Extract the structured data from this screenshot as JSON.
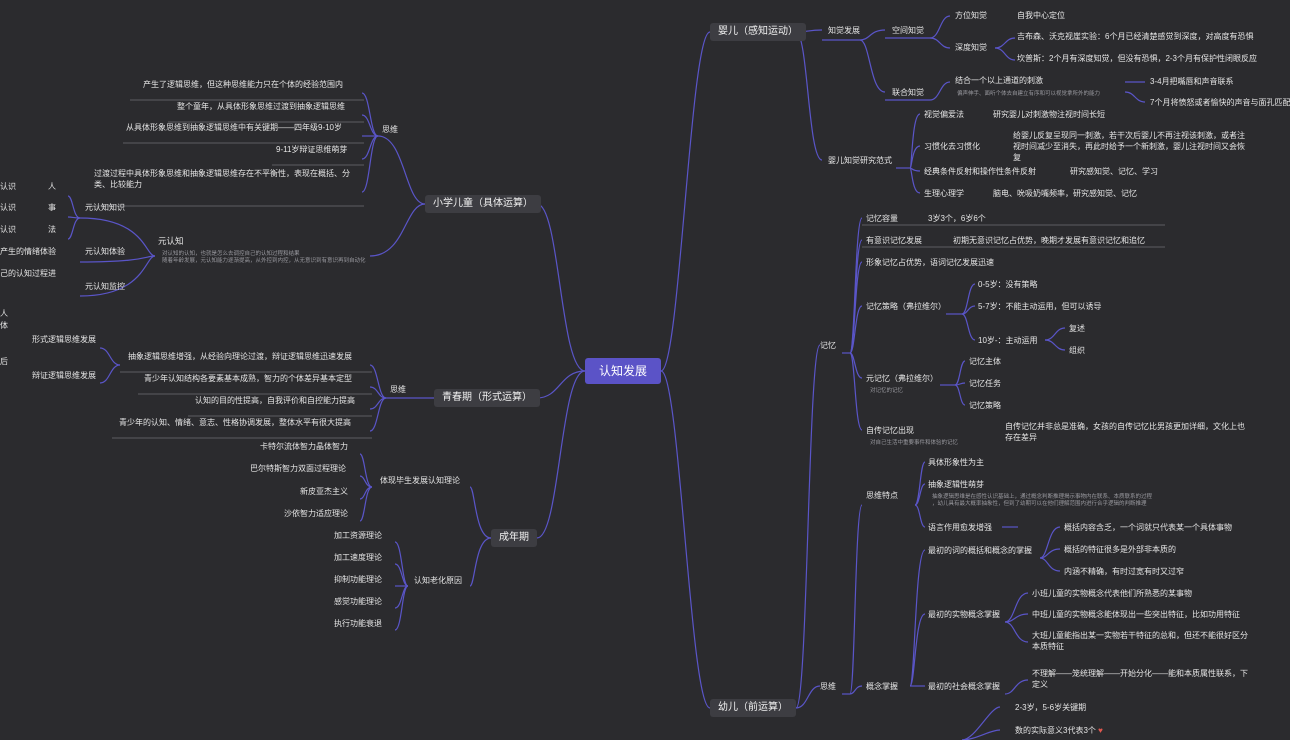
{
  "root": "认知发展",
  "colors": {
    "background": "#2b2b2e",
    "root": "#5b53c7",
    "line": "#5a55c8",
    "branch": "#3d3d42"
  },
  "branches": {
    "infant": {
      "title": "婴儿（感知运动）",
      "perception": "知觉发展",
      "space": "空间知觉",
      "orientation": "方位知觉",
      "self_center": "自我中心定位",
      "depth": "深度知觉",
      "depth_a": "吉布森、沃克视崖实验：6个月已经清楚感觉到深度，对高度有恐惧",
      "depth_b": "坎普斯：2个月有深度知觉，但没有恐惧，2-3个月有保护性闭眼反应",
      "joint": "联合知觉",
      "joint_desc": "结合一个以上通道的刺激",
      "joint_note": "偏声伸手、面听个体去自建立有序和可以视觉拿所外的能力",
      "joint_a": "3-4月把嘴唇和声音联系",
      "joint_b": "7个月将愤怒或者愉快的声音与面孔匹配",
      "paradigm": "婴儿知觉研究范式",
      "visual_pref": "视觉偏爱法",
      "visual_pref_desc": "研究婴儿对刺激物注视时间长短",
      "habituation": "习惯化去习惯化",
      "habituation_desc": "给婴儿反复呈现同一刺激，若干次后婴儿不再注视该刺激，或者注视时间减少至消失，再此时给予一个新刺激，婴儿注视时间又会恢复",
      "conditioning": "经典条件反射和操作性条件反射",
      "conditioning_desc": "研究感知觉、记忆、学习",
      "physio": "生理心理学",
      "physio_desc": "脑电、吮吸奶嘴频率，研究感知觉、记忆"
    },
    "school": {
      "title": "小学儿童（具体运算）",
      "thinking": "思维",
      "t1": "产生了逻辑思维，但这种思维能力只在个体的经验范围内",
      "t2": "整个童年，从具体形象思维过渡到抽象逻辑思维",
      "t3": "从具体形象思维到抽象逻辑思维中有关键期——四年级9-10岁",
      "t4": "9-11岁辩证思维萌芽",
      "t5": "过渡过程中具体形象思维和抽象逻辑思维存在不平衡性，表现在概括、分类、比较能力",
      "meta": "元认知",
      "meta_note": "对认知的认知，也就是怎么去调控自己的认知过程和结果\n随着年龄发展，元认知能力逐渐提高，从外控到内控，从无意识到有意识再到自动化",
      "meta_knowledge": "元认知知识",
      "mk_person_l": "认识",
      "mk_person": "人",
      "mk_task_l": "认识",
      "mk_task": "事",
      "mk_strategy_l": "认识",
      "mk_strategy": "法",
      "meta_experience": "元认知体验",
      "me_desc": "产生的情绪体验",
      "meta_monitor": "元认知监控",
      "mm_desc": "己的认知过程进"
    },
    "adolescent": {
      "title": "青春期（形式运算）",
      "thinking": "思维",
      "formal_logic": "形式逻辑思维发展",
      "dialectic": "辩证逻辑思维发展",
      "left_a": "人",
      "left_b": "体",
      "left_c": "后",
      "t1": "抽象逻辑思维增强，从经验向理论过渡，辩证逻辑思维迅速发展",
      "t2": "青少年认知结构各要素基本成熟，智力的个体差异基本定型",
      "t3": "认知的目的性提高，自我评价和自控能力提高",
      "t4": "青少年的认知、情绪、意志、性格协调发展，整体水平有很大提高"
    },
    "adult": {
      "title": "成年期",
      "lifespan": "体现毕生发展认知理论",
      "l1": "卡特尔流体智力晶体智力",
      "l2": "巴尔特斯智力双面过程理论",
      "l3": "新皮亚杰主义",
      "l4": "沙依智力适应理论",
      "aging": "认知老化原因",
      "a1": "加工资源理论",
      "a2": "加工速度理论",
      "a3": "抑制功能理论",
      "a4": "感觉功能理论",
      "a5": "执行功能衰退"
    },
    "preschool": {
      "title": "幼儿（前运算）",
      "memory": "记忆",
      "capacity": "记忆容量",
      "capacity_desc": "3岁3个，6岁6个",
      "intentional": "有意识记忆发展",
      "intentional_desc": "初期无意识记忆占优势，晚期才发展有意识记忆和追忆",
      "image": "形象记忆占优势，语词记忆发展迅速",
      "strategy": "记忆策略（弗拉维尔）",
      "s1": "0-5岁：没有策略",
      "s2": "5-7岁：不能主动运用，但可以诱导",
      "s3": "10岁-：主动运用",
      "s3a": "复述",
      "s3b": "组织",
      "meta_memory": "元记忆（弗拉维尔）",
      "meta_memory_note": "对记忆的记忆",
      "mm1": "记忆主体",
      "mm2": "记忆任务",
      "mm3": "记忆策略",
      "autobio": "自传记忆出现",
      "autobio_note": "对自己生活中重要事件和体验的记忆",
      "autobio_desc": "自传记忆并非总是准确，女孩的自传记忆比男孩更加详细，文化上也存在差异",
      "thinking": "思维",
      "features": "思维特点",
      "f1": "具体形象性为主",
      "f2": "抽象逻辑性萌芽",
      "f2_note": "抽象逻辑思维是在感性认识基础上，通过概念判断推理揭示事物内在联系、本质联系的过程\n，幼儿具有最大概率抽象性，但到了幼期可以在他们理解范围内进行合乎逻辑的判断推理",
      "f3": "语言作用愈发增强",
      "concept": "概念掌握",
      "c_word": "最初的词的概括和概念的掌握",
      "cw1": "概括内容含乏，一个词就只代表某一个具体事物",
      "cw2": "概括的特征很多是外部非本质的",
      "cw3": "内涵不精确，有时过宽有时又过窄",
      "c_object": "最初的实物概念掌握",
      "co1": "小班儿童的实物概念代表他们所熟悉的某事物",
      "co2": "中班儿童的实物概念能体现出一些突出特征，比如功用特征",
      "co3": "大班儿童能指出某一实物若干特征的总和，但还不能很好区分本质特征",
      "c_social": "最初的社会概念掌握",
      "cs1": "不理解——笼统理解——开始分化——能和本质属性联系，下定义",
      "num1": "2-3岁，5-6岁关键期",
      "num2": "数的实际意义3代表3个"
    }
  }
}
